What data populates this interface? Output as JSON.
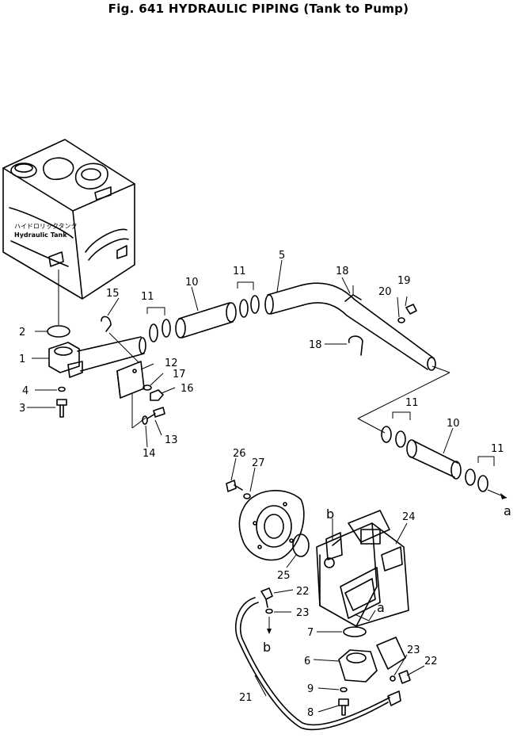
{
  "figure": {
    "title": "Fig. 641   HYDRAULIC PIPING (Tank to Pump)"
  },
  "tank_label": {
    "jp": "ハイドロリックタンク",
    "en": "Hydraulic Tank"
  },
  "callouts": {
    "c1": "1",
    "c2": "2",
    "c3": "3",
    "c4": "4",
    "c5": "5",
    "c6": "6",
    "c7": "7",
    "c8": "8",
    "c9": "9",
    "c10a": "10",
    "c10b": "10",
    "c11a": "11",
    "c11b": "11",
    "c11c": "11",
    "c11d": "11",
    "c12": "12",
    "c13": "13",
    "c14": "14",
    "c15": "15",
    "c16": "16",
    "c17": "17",
    "c18a": "18",
    "c18b": "18",
    "c19": "19",
    "c20": "20",
    "c21": "21",
    "c22a": "22",
    "c22b": "22",
    "c23a": "23",
    "c23b": "23",
    "c24": "24",
    "c25": "25",
    "c26": "26",
    "c27": "27"
  },
  "connectors": {
    "a1": "a",
    "a2": "a",
    "b1": "b",
    "b2": "b"
  }
}
